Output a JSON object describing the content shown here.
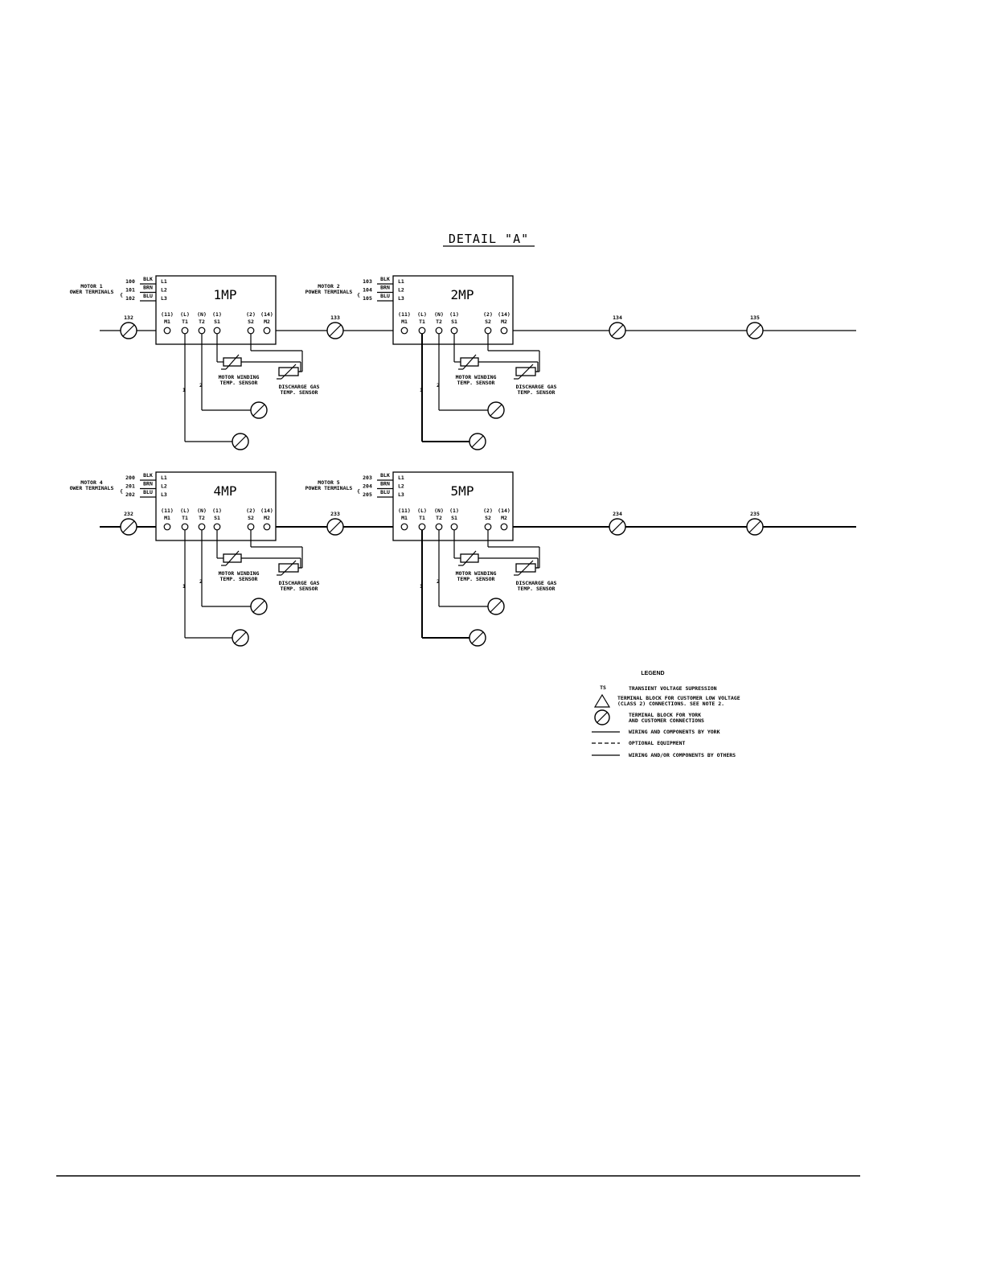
{
  "title": "DETAIL \"A\"",
  "pin_headers": [
    "(11)",
    "(L)",
    "(N)",
    "(1)",
    "(2)",
    "(14)"
  ],
  "pin_labels": [
    "M1",
    "T1",
    "T2",
    "S1",
    "S2",
    "M2"
  ],
  "line_labels": [
    "L1",
    "L2",
    "L3"
  ],
  "wire_colors": [
    "BLK",
    "BRN",
    "BLU"
  ],
  "sensor_labels": {
    "winding_1": "MOTOR WINDING",
    "winding_2": "TEMP. SENSOR",
    "discharge_1": "DISCHARGE GAS",
    "discharge_2": "TEMP. SENSOR"
  },
  "branch_wires": [
    "1",
    "2"
  ],
  "modules": [
    {
      "name": "1MP",
      "motor_label_1": "MOTOR 1",
      "motor_label_2": "OWER TERMINALS",
      "terms": [
        "100",
        "101",
        "102"
      ]
    },
    {
      "name": "2MP",
      "motor_label_1": "MOTOR 2",
      "motor_label_2": "POWER TERMINALS",
      "terms": [
        "103",
        "104",
        "105"
      ]
    },
    {
      "name": "4MP",
      "motor_label_1": "MOTOR 4",
      "motor_label_2": "OWER TERMINALS",
      "terms": [
        "200",
        "201",
        "202"
      ]
    },
    {
      "name": "5MP",
      "motor_label_1": "MOTOR 5",
      "motor_label_2": "POWER TERMINALS",
      "terms": [
        "203",
        "204",
        "205"
      ]
    }
  ],
  "row_terminals": [
    [
      "132",
      "133",
      "134",
      "135"
    ],
    [
      "232",
      "233",
      "234",
      "235"
    ]
  ],
  "legend": {
    "title": "LEGEND",
    "items": [
      {
        "symbol": "TS",
        "text1": "TRANSIENT VOLTAGE SUPRESSION",
        "text2": ""
      },
      {
        "symbol": "triangle",
        "text1": "TERMINAL BLOCK FOR CUSTOMER LOW VOLTAGE",
        "text2": "(CLASS 2) CONNECTIONS. SEE NOTE 2."
      },
      {
        "symbol": "terminal-block",
        "text1": "TERMINAL BLOCK FOR YORK",
        "text2": "AND CUSTOMER CONNECTIONS"
      },
      {
        "symbol": "solid-line",
        "text1": "WIRING AND COMPONENTS BY YORK",
        "text2": ""
      },
      {
        "symbol": "dashed-line",
        "text1": "OPTIONAL EQUIPMENT",
        "text2": ""
      },
      {
        "symbol": "solid-line",
        "text1": "WIRING AND/OR COMPONENTS BY OTHERS",
        "text2": ""
      }
    ]
  }
}
